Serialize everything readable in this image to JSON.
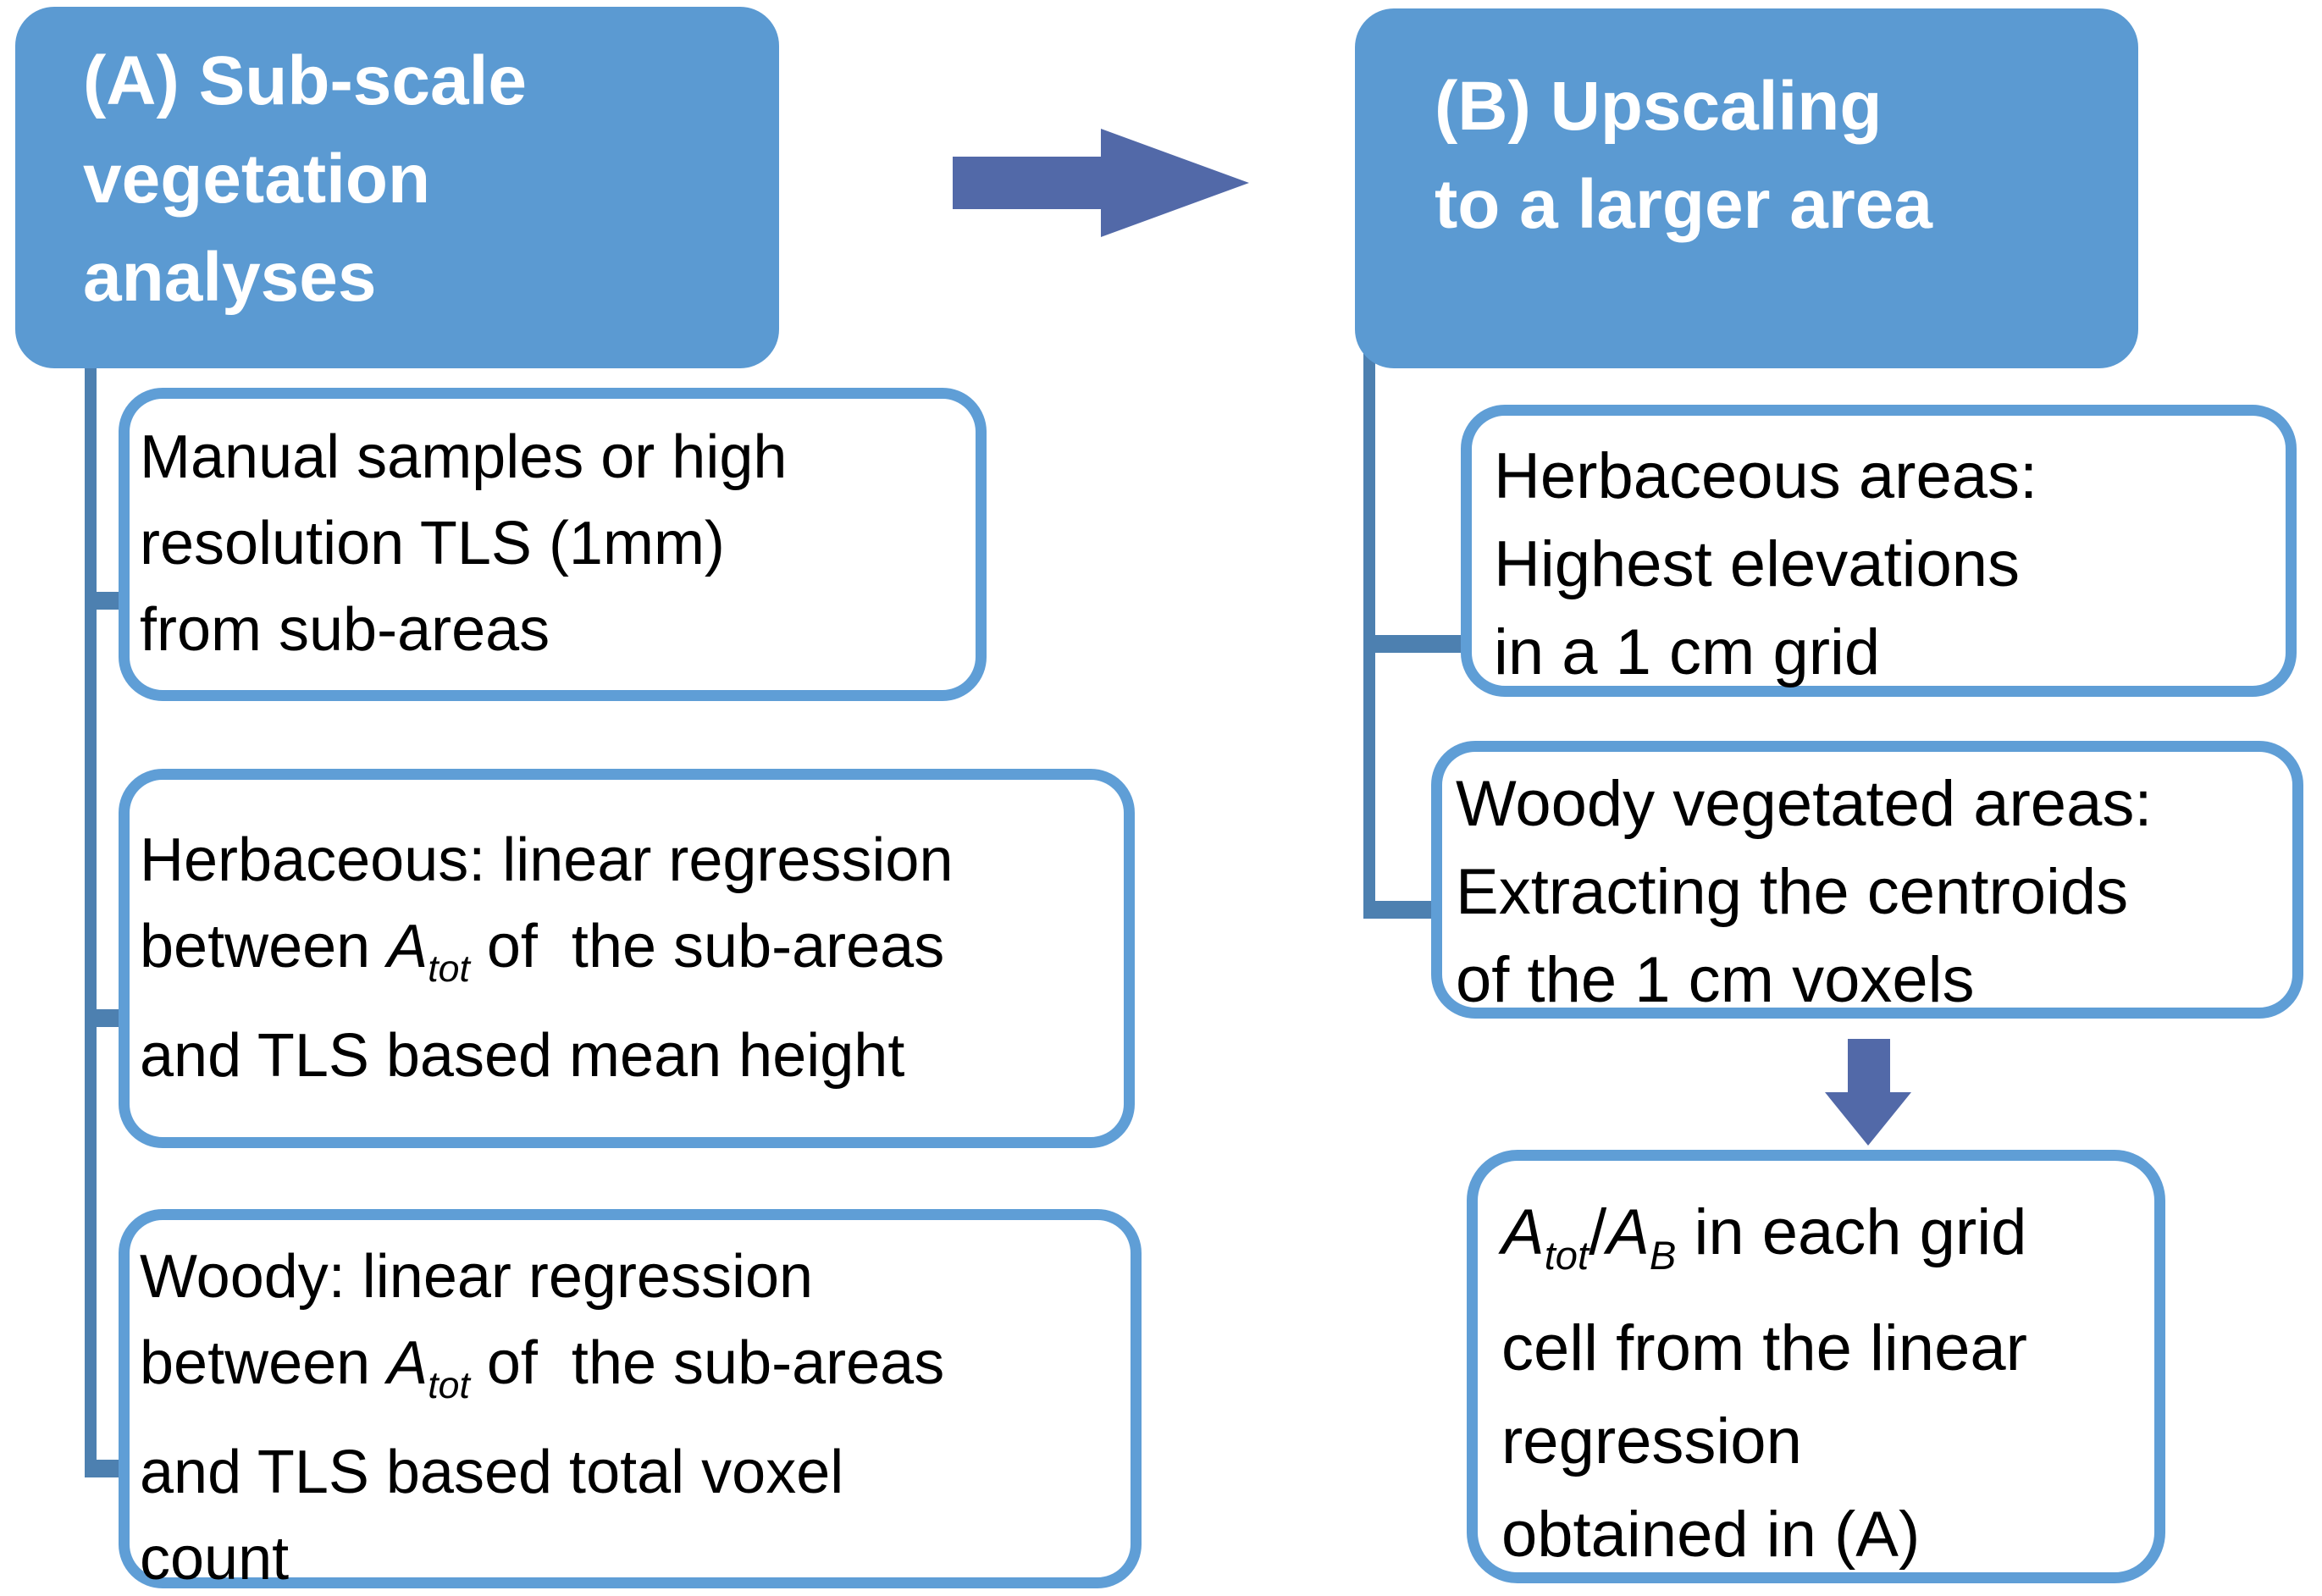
{
  "colors": {
    "header_fill": "#5b9ad2",
    "header_text": "#ffffff",
    "box_border": "#5f9ed6",
    "box_fill": "#ffffff",
    "connector": "#4d80b0",
    "arrow": "#5269a8",
    "text": "#000000",
    "background": "#ffffff"
  },
  "header_a": {
    "label": "(A) Sub-scale\nvegetation\nanalyses"
  },
  "header_b": {
    "label": "(B) Upscaling\nto a larger area"
  },
  "boxes": {
    "manual_samples": {
      "lines": [
        [
          [
            "Manual samples or high",
            "n"
          ]
        ],
        [
          [
            "resolution TLS (1mm)",
            "n"
          ]
        ],
        [
          [
            "from sub-areas",
            "n"
          ]
        ]
      ]
    },
    "herbaceous_regression": {
      "lines": [
        [
          [
            "Herbaceous: linear regression",
            "n"
          ]
        ],
        [
          [
            "between ",
            "n"
          ],
          [
            "A",
            "i"
          ],
          [
            "tot",
            "s"
          ],
          [
            " of  the sub-areas",
            "n"
          ]
        ],
        [
          [
            "and TLS based mean height",
            "n"
          ]
        ]
      ]
    },
    "woody_regression": {
      "lines": [
        [
          [
            "Woody: linear regression",
            "n"
          ]
        ],
        [
          [
            "between ",
            "n"
          ],
          [
            "A",
            "i"
          ],
          [
            "tot",
            "s"
          ],
          [
            " of  the sub-areas",
            "n"
          ]
        ],
        [
          [
            "and TLS based total voxel",
            "n"
          ]
        ],
        [
          [
            "count",
            "n"
          ]
        ]
      ]
    },
    "herbaceous_areas": {
      "lines": [
        [
          [
            "Herbaceous areas:",
            "n"
          ]
        ],
        [
          [
            "Highest elevations",
            "n"
          ]
        ],
        [
          [
            "in a 1 cm grid",
            "n"
          ]
        ]
      ]
    },
    "woody_areas": {
      "lines": [
        [
          [
            "Woody vegetated areas:",
            "n"
          ]
        ],
        [
          [
            "Extracting the centroids",
            "n"
          ]
        ],
        [
          [
            "of the 1 cm voxels",
            "n"
          ]
        ]
      ]
    },
    "grid_cell_result": {
      "lines": [
        [
          [
            "A",
            "i"
          ],
          [
            "tot",
            "s"
          ],
          [
            "/",
            "n"
          ],
          [
            "A",
            "i"
          ],
          [
            "B",
            "s"
          ],
          [
            " in each grid",
            "n"
          ]
        ],
        [
          [
            "cell from the linear",
            "n"
          ]
        ],
        [
          [
            "regression",
            "n"
          ]
        ],
        [
          [
            "obtained in (A)",
            "n"
          ]
        ]
      ]
    }
  },
  "arrows": {
    "a_to_b": "right-arrow",
    "woody_areas_to_result": "down-arrow"
  }
}
